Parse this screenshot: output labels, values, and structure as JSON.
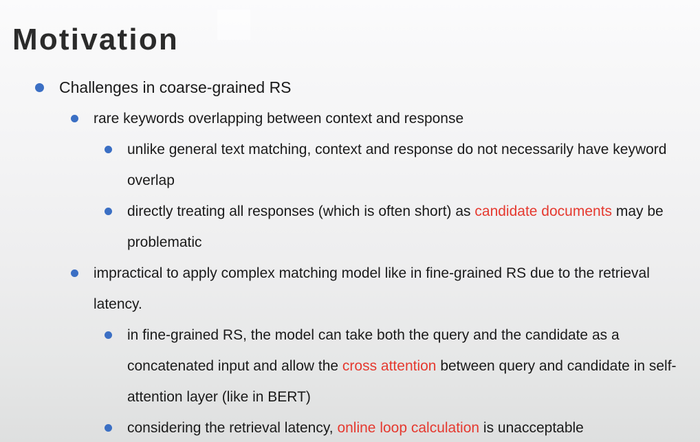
{
  "slide": {
    "title": "Motivation",
    "theme": {
      "bullet_color": "#3b6fc4",
      "highlight_color": "#e5392f",
      "text_color": "#1a1a1a",
      "title_color": "#2b2b2b",
      "background_top": "#fbfbfc",
      "background_bottom": "#dedfdf"
    },
    "bullets": {
      "l1_challenges": "Challenges in coarse-grained RS",
      "l2_rare_keywords": "rare keywords overlapping between context and response",
      "l3_unlike_general": "unlike general text matching, context and response do not necessarily have keyword overlap",
      "l3_directly_treating_a": "directly treating all responses (which is often short) as ",
      "l3_directly_treating_hl": "candidate documents",
      "l3_directly_treating_b": " may be problematic",
      "l2_impractical": "impractical to apply complex matching model like in fine-grained RS due to the retrieval latency.",
      "l3_fine_grained_a": "in fine-grained RS, the model can take both the query and the candidate as a concatenated input and allow the ",
      "l3_fine_grained_hl": "cross attention",
      "l3_fine_grained_b": " between query and candidate in self-attention layer (like in BERT)",
      "l3_considering_a": "considering the retrieval latency, ",
      "l3_considering_hl": "online loop calculation",
      "l3_considering_b": " is unacceptable"
    }
  }
}
